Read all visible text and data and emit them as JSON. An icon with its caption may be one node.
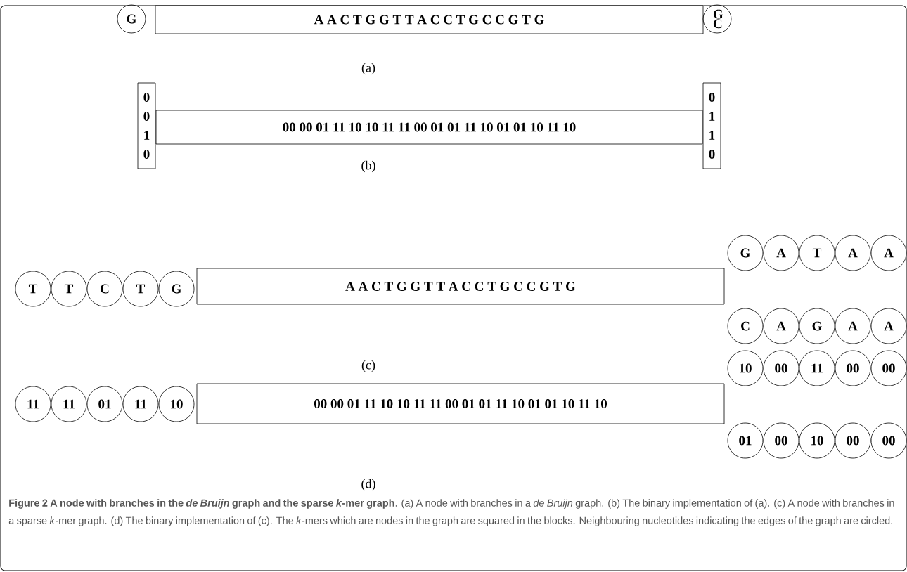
{
  "diagram": {
    "caption": "**Figure 2 A node with branches in the *de Bruijn* graph and the sparse *k*-mer graph**. (a) A node with branches in a *de Bruijn* graph. (b) The binary implementation of (a). (c) A node with branches in a sparse *k*-mer graph. (d) The binary implementation of (c). The *k*-mers which are nodes in the graph are squared in the blocks. Neighbouring nucleotides indicating the edges of the graph are circled.",
    "nodes": [
      {
        "text": [
          "G"
        ]
      },
      {
        "text": [
          "A A C T G G T T A C C T G C C G T G"
        ]
      },
      {
        "text": [
          "G C"
        ]
      },
      {
        "text": [
          "0 0 1 0"
        ]
      },
      {
        "text": [
          "00 00 01 11 10 10 11 11 00 01 01 11 10 01 01 10 11 10"
        ]
      },
      {
        "text": [
          "0 1 1 0"
        ]
      },
      {
        "text": [
          "T"
        ]
      },
      {
        "text": [
          "T"
        ]
      },
      {
        "text": [
          "C"
        ]
      },
      {
        "text": [
          "T"
        ]
      },
      {
        "text": [
          "G"
        ]
      },
      {
        "text": [
          "A A C T G G T T A C C T G C C G T G"
        ]
      },
      {
        "text": [
          "G"
        ]
      },
      {
        "text": [
          "A"
        ]
      },
      {
        "text": [
          "T"
        ]
      },
      {
        "text": [
          "A"
        ]
      },
      {
        "text": [
          "A"
        ]
      },
      {
        "text": [
          "C"
        ]
      },
      {
        "text": [
          "A"
        ]
      },
      {
        "text": [
          "G"
        ]
      },
      {
        "text": [
          "A"
        ]
      },
      {
        "text": [
          "A"
        ]
      },
      {
        "text": [
          "11"
        ]
      },
      {
        "text": [
          "11"
        ]
      },
      {
        "text": [
          "01"
        ]
      },
      {
        "text": [
          "11"
        ]
      },
      {
        "text": [
          "10"
        ]
      },
      {
        "text": [
          "00 00 01 11 10 10 11 11 00 01 01 11 10 01 01 10 11 10"
        ]
      },
      {
        "text": [
          "10"
        ]
      },
      {
        "text": [
          "00"
        ]
      },
      {
        "text": [
          "11"
        ]
      },
      {
        "text": [
          "00"
        ]
      },
      {
        "text": [
          "00"
        ]
      },
      {
        "text": [
          "01"
        ]
      },
      {
        "text": [
          "00"
        ]
      },
      {
        "text": [
          "10"
        ]
      },
      {
        "text": [
          "00"
        ]
      },
      {
        "text": [
          "00"
        ]
      }
    ],
    "labels": [
      "(a)",
      "(b)",
      "(c)",
      "(d)"
    ]
  }
}
